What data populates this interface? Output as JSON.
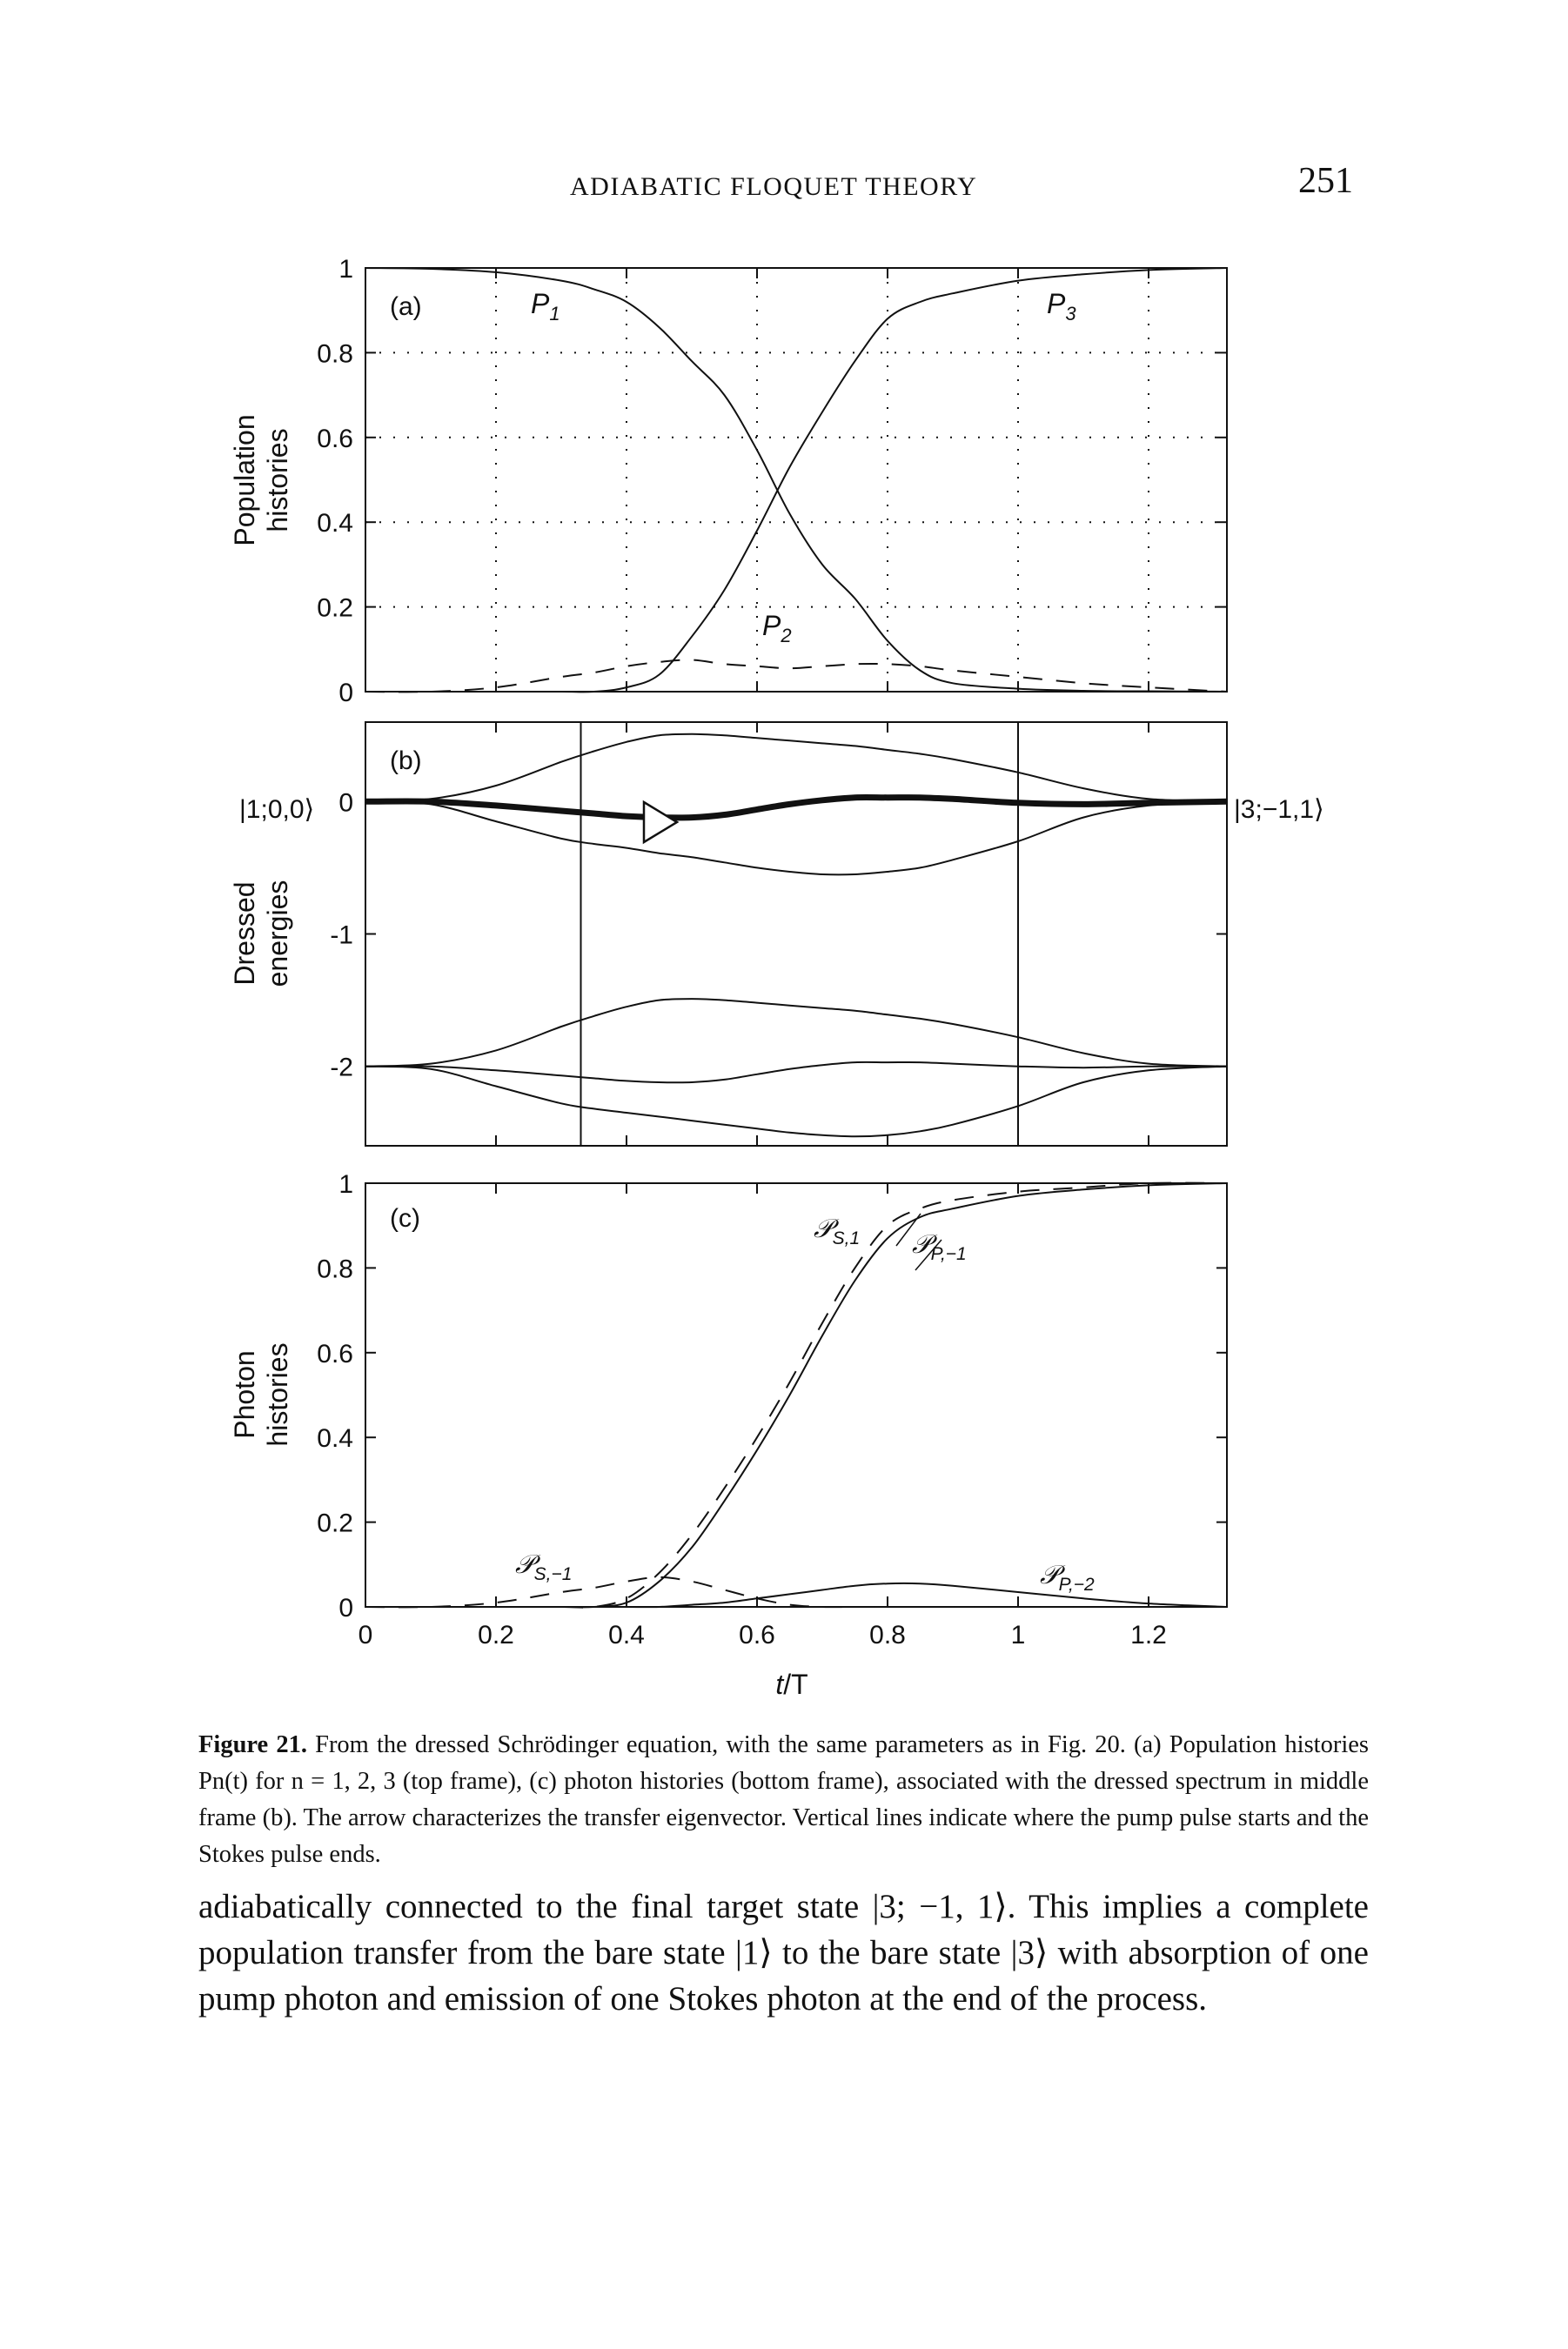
{
  "header": {
    "running_head": "ADIABATIC FLOQUET THEORY",
    "page_number": "251"
  },
  "figure": {
    "panel_a": {
      "tag": "(a)",
      "ylabel_line1": "Population",
      "ylabel_line2": "histories",
      "yticks": [
        "1",
        "0.8",
        "0.6",
        "0.4",
        "0.2",
        "0"
      ],
      "curve_labels": [
        "P1",
        "P2",
        "P3"
      ]
    },
    "panel_b": {
      "tag": "(b)",
      "ylabel_line1": "Dressed",
      "ylabel_line2": "energies",
      "yticks": [
        "0",
        "-1",
        "-2"
      ],
      "left_state": "|1;0,0⟩",
      "right_state": "|3;−1,1⟩"
    },
    "panel_c": {
      "tag": "(c)",
      "ylabel_line1": "Photon",
      "ylabel_line2": "histories",
      "yticks": [
        "1",
        "0.8",
        "0.6",
        "0.4",
        "0.2",
        "0"
      ],
      "curve_labels": [
        "𝒫S,1",
        "𝒫P,−1",
        "𝒫S,−1",
        "𝒫P,−2"
      ]
    },
    "xticks": [
      "0",
      "0.2",
      "0.4",
      "0.6",
      "0.8",
      "1",
      "1.2"
    ],
    "xlabel": "t/T"
  },
  "chart_data": [
    {
      "type": "line",
      "title": "(a)",
      "xlabel": "t/T",
      "ylabel": "Population histories",
      "xlim": [
        0,
        1.32
      ],
      "ylim": [
        0,
        1
      ],
      "grid": "dotted",
      "x": [
        0,
        0.1,
        0.2,
        0.3,
        0.35,
        0.4,
        0.45,
        0.5,
        0.55,
        0.6,
        0.65,
        0.7,
        0.75,
        0.8,
        0.85,
        0.9,
        1.0,
        1.1,
        1.2,
        1.32
      ],
      "series": [
        {
          "name": "P1",
          "style": "solid",
          "values": [
            1.0,
            0.998,
            0.99,
            0.97,
            0.95,
            0.92,
            0.86,
            0.78,
            0.7,
            0.57,
            0.42,
            0.3,
            0.22,
            0.12,
            0.05,
            0.02,
            0.007,
            0.002,
            0.001,
            0.0
          ]
        },
        {
          "name": "P2",
          "style": "dashed",
          "values": [
            0.0,
            0.0,
            0.01,
            0.035,
            0.045,
            0.06,
            0.07,
            0.075,
            0.065,
            0.06,
            0.055,
            0.06,
            0.065,
            0.065,
            0.06,
            0.05,
            0.035,
            0.02,
            0.01,
            0.0
          ]
        },
        {
          "name": "P3",
          "style": "solid",
          "values": [
            0.0,
            0.0,
            0.0,
            0.0,
            0.0,
            0.01,
            0.04,
            0.13,
            0.24,
            0.38,
            0.53,
            0.66,
            0.78,
            0.88,
            0.92,
            0.94,
            0.97,
            0.985,
            0.995,
            1.0
          ]
        }
      ],
      "vertical_markers": [
        0.2,
        0.4,
        0.6,
        0.8,
        1.0,
        1.2
      ]
    },
    {
      "type": "line",
      "title": "(b)",
      "xlabel": "t/T",
      "ylabel": "Dressed energies",
      "xlim": [
        0,
        1.32
      ],
      "ylim": [
        -2.6,
        0.6
      ],
      "x": [
        0,
        0.1,
        0.2,
        0.3,
        0.35,
        0.4,
        0.45,
        0.5,
        0.55,
        0.6,
        0.65,
        0.7,
        0.75,
        0.8,
        0.85,
        0.9,
        1.0,
        1.1,
        1.2,
        1.32
      ],
      "series": [
        {
          "name": "transfer eigenvector",
          "style": "thick",
          "values": [
            0,
            0,
            -0.03,
            -0.07,
            -0.09,
            -0.11,
            -0.12,
            -0.12,
            -0.1,
            -0.06,
            -0.02,
            0.01,
            0.03,
            0.03,
            0.03,
            0.02,
            -0.01,
            -0.02,
            -0.01,
            0
          ]
        },
        {
          "name": "upper branch",
          "style": "solid",
          "values": [
            0,
            0.02,
            0.12,
            0.3,
            0.38,
            0.45,
            0.5,
            0.51,
            0.5,
            0.48,
            0.46,
            0.44,
            0.42,
            0.39,
            0.36,
            0.32,
            0.22,
            0.1,
            0.02,
            0
          ]
        },
        {
          "name": "lower branch",
          "style": "solid",
          "values": [
            0,
            -0.02,
            -0.15,
            -0.28,
            -0.32,
            -0.35,
            -0.39,
            -0.42,
            -0.46,
            -0.5,
            -0.53,
            -0.55,
            -0.55,
            -0.53,
            -0.5,
            -0.44,
            -0.3,
            -0.12,
            -0.03,
            0
          ]
        },
        {
          "name": "upper branch n-2",
          "style": "solid",
          "values": [
            -2,
            -1.98,
            -1.88,
            -1.7,
            -1.62,
            -1.55,
            -1.5,
            -1.49,
            -1.5,
            -1.52,
            -1.54,
            -1.56,
            -1.58,
            -1.61,
            -1.64,
            -1.68,
            -1.78,
            -1.9,
            -1.98,
            -2
          ]
        },
        {
          "name": "middle branch n-2",
          "style": "solid",
          "values": [
            -2,
            -2.0,
            -2.03,
            -2.07,
            -2.09,
            -2.11,
            -2.12,
            -2.12,
            -2.1,
            -2.06,
            -2.02,
            -1.99,
            -1.97,
            -1.97,
            -1.97,
            -1.98,
            -2.0,
            -2.01,
            -2.0,
            -2
          ]
        },
        {
          "name": "lower branch n-2",
          "style": "solid",
          "values": [
            -2,
            -2.02,
            -2.15,
            -2.28,
            -2.32,
            -2.35,
            -2.38,
            -2.41,
            -2.44,
            -2.47,
            -2.5,
            -2.52,
            -2.53,
            -2.52,
            -2.49,
            -2.44,
            -2.3,
            -2.12,
            -2.03,
            -2
          ]
        }
      ],
      "vertical_markers": [
        0.33,
        1.0
      ]
    },
    {
      "type": "line",
      "title": "(c)",
      "xlabel": "t/T",
      "ylabel": "Photon histories",
      "xlim": [
        0,
        1.32
      ],
      "ylim": [
        0,
        1
      ],
      "x": [
        0,
        0.1,
        0.2,
        0.3,
        0.35,
        0.4,
        0.45,
        0.5,
        0.55,
        0.6,
        0.65,
        0.7,
        0.75,
        0.8,
        0.85,
        0.9,
        1.0,
        1.1,
        1.2,
        1.32
      ],
      "series": [
        {
          "name": "𝒫S,1",
          "style": "dashed",
          "values": [
            0.0,
            0.0,
            0.0,
            0.0,
            0.0,
            0.02,
            0.08,
            0.17,
            0.28,
            0.4,
            0.53,
            0.67,
            0.8,
            0.9,
            0.94,
            0.96,
            0.98,
            0.99,
            1.0,
            1.0
          ]
        },
        {
          "name": "𝒫P,−1",
          "style": "solid",
          "values": [
            0.0,
            0.0,
            0.0,
            0.0,
            0.0,
            0.01,
            0.06,
            0.14,
            0.25,
            0.37,
            0.5,
            0.64,
            0.77,
            0.87,
            0.92,
            0.94,
            0.97,
            0.985,
            0.995,
            1.0
          ]
        },
        {
          "name": "𝒫S,−1",
          "style": "dashed",
          "values": [
            0.0,
            0.0,
            0.01,
            0.035,
            0.045,
            0.06,
            0.07,
            0.06,
            0.04,
            0.02,
            0.005,
            0.0,
            0.0,
            0.0,
            0.0,
            0.0,
            0.0,
            0.0,
            0.0,
            0.0
          ]
        },
        {
          "name": "𝒫P,−2",
          "style": "solid",
          "values": [
            0.0,
            0.0,
            0.0,
            0.0,
            0.0,
            0.0,
            0.0,
            0.005,
            0.01,
            0.02,
            0.03,
            0.04,
            0.05,
            0.055,
            0.055,
            0.05,
            0.035,
            0.02,
            0.008,
            0.0
          ]
        }
      ]
    }
  ],
  "caption": {
    "label": "Figure 21.",
    "text": "From the dressed Schrödinger equation, with the same parameters as in Fig. 20. (a) Population histories Pn(t) for n = 1, 2, 3 (top frame), (c) photon histories (bottom frame), associated with the dressed spectrum in middle frame (b). The arrow characterizes the transfer eigenvector. Vertical lines indicate where the pump pulse starts and the Stokes pulse ends."
  },
  "body": {
    "paragraph": "adiabatically connected to the final target state |3; −1, 1⟩. This implies a complete population transfer from the bare state |1⟩ to the bare state |3⟩ with absorption of one pump photon and emission of one Stokes photon at the end of the process."
  }
}
